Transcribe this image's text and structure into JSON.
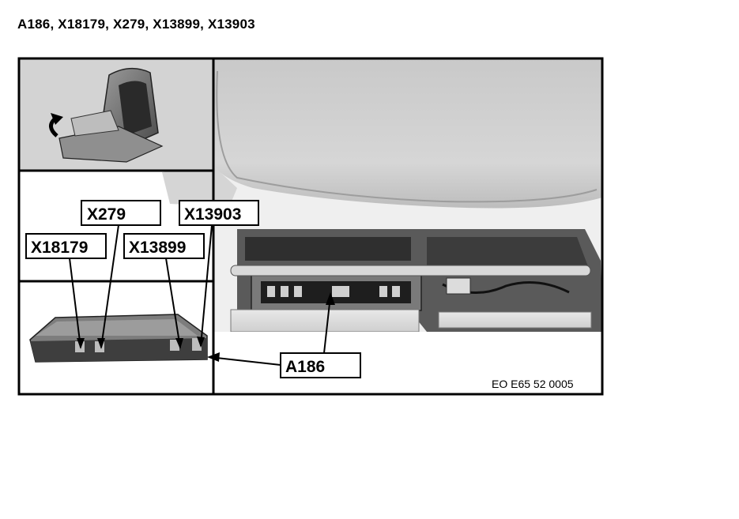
{
  "header": {
    "title": "A186, X18179, X279, X13899, X13903"
  },
  "figure": {
    "callouts": {
      "x279": "X279",
      "x13903": "X13903",
      "x18179": "X18179",
      "x13899": "X13899",
      "a186": "A186"
    },
    "figure_code": "EO E65 52 0005"
  },
  "colors": {
    "line": "#000000",
    "background": "#ffffff",
    "photo_mid": "#b8b8b8",
    "photo_dark": "#3a3a3a"
  }
}
